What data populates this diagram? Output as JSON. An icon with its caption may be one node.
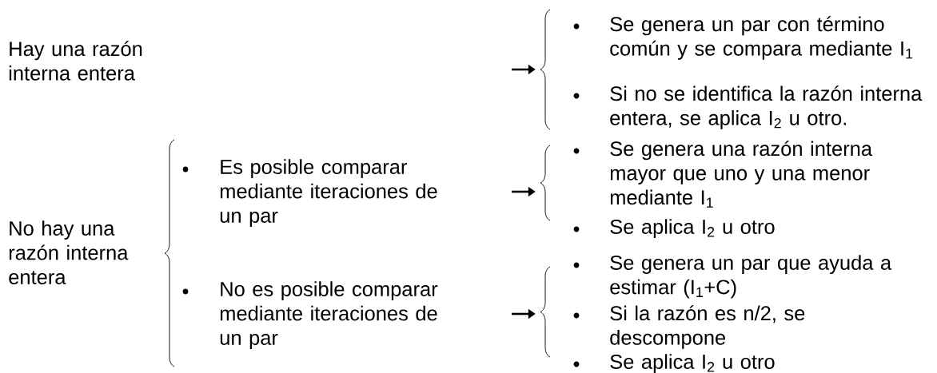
{
  "diagram": {
    "nodes": [
      {
        "text": [
          "Hay una razón interna entera"
        ]
      },
      {
        "text": [
          "Se genera un par con término común y se compara mediante I$_{1}$",
          "Si no se identifica la razón interna entera, se aplica I$_{2}$ u otro."
        ]
      },
      {
        "text": [
          "No hay una razón interna entera"
        ]
      },
      {
        "text": [
          "Es posible comparar mediante iteraciones de un par"
        ]
      },
      {
        "text": [
          "Se genera una razón interna mayor que uno y una menor mediante I$_{1}$",
          "Se aplica I$_{2}$ u otro"
        ]
      },
      {
        "text": [
          "No es posible comparar mediante iteraciones de un par"
        ]
      },
      {
        "text": [
          "Se genera un par que ayuda a estimar (I$_{1}$+C)",
          "Si la razón es n/2, se descompone",
          "Se aplica I$_{2}$ u otro"
        ]
      }
    ],
    "edges": [
      {
        "from": null,
        "to": 1,
        "arrow": "to"
      },
      {
        "from": null,
        "to": 4,
        "arrow": "to"
      },
      {
        "from": null,
        "to": 6,
        "arrow": "to"
      }
    ]
  }
}
